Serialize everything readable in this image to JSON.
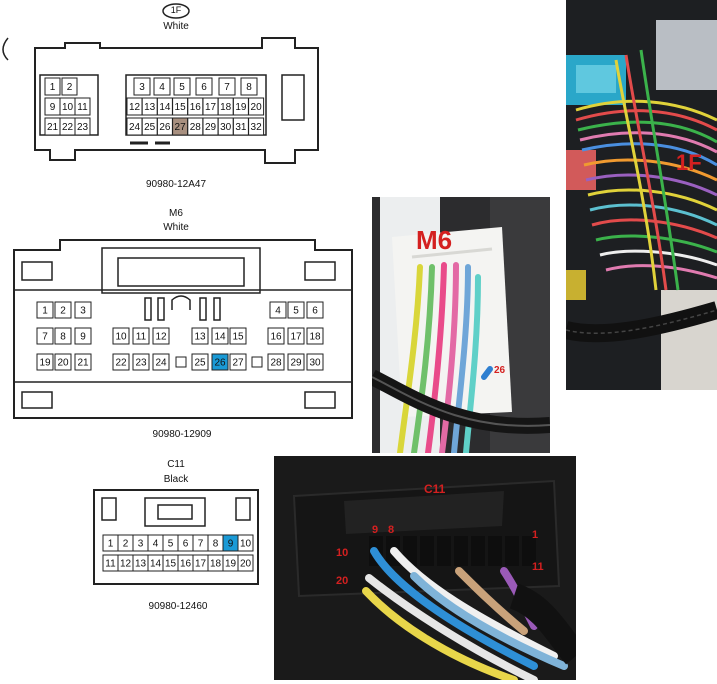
{
  "connectors": [
    {
      "id": "1F",
      "color": "White",
      "part_number": "90980-12A47",
      "left_pins": [
        [
          "1",
          "2"
        ],
        [
          "9",
          "10",
          "11"
        ],
        [
          "21",
          "22",
          "23"
        ]
      ],
      "right_pins": [
        [
          "3",
          "4",
          "5",
          "6",
          "7",
          "8"
        ],
        [
          "12",
          "13",
          "14",
          "15",
          "16",
          "17",
          "18",
          "19",
          "20"
        ],
        [
          "24",
          "25",
          "26",
          "27",
          "28",
          "29",
          "30",
          "31",
          "32"
        ]
      ],
      "highlight": "27",
      "highlight_color": "#a89080"
    },
    {
      "id": "M6",
      "color": "White",
      "part_number": "90980-12909",
      "row1": [
        "1",
        "2",
        "3",
        "4",
        "5",
        "6"
      ],
      "row2": [
        "7",
        "8",
        "9",
        "10",
        "11",
        "12",
        "13",
        "14",
        "15",
        "16",
        "17",
        "18"
      ],
      "row3": [
        "19",
        "20",
        "21",
        "22",
        "23",
        "24",
        "25",
        "26",
        "27",
        "28",
        "29",
        "30"
      ],
      "highlight": "26",
      "highlight_color": "#1a9ad6"
    },
    {
      "id": "C11",
      "color": "Black",
      "part_number": "90980-12460",
      "row1": [
        "1",
        "2",
        "3",
        "4",
        "5",
        "6",
        "7",
        "8",
        "9",
        "10"
      ],
      "row2": [
        "11",
        "12",
        "13",
        "14",
        "15",
        "16",
        "17",
        "18",
        "19",
        "20"
      ],
      "highlight": "9",
      "highlight_color": "#1a9ad6"
    }
  ],
  "photos": {
    "m6": {
      "title": "M6",
      "pin": "26"
    },
    "f1": {
      "title": "1F"
    },
    "c11": {
      "title": "C11",
      "labels": [
        "9",
        "8",
        "1",
        "10",
        "11",
        "20"
      ]
    }
  }
}
